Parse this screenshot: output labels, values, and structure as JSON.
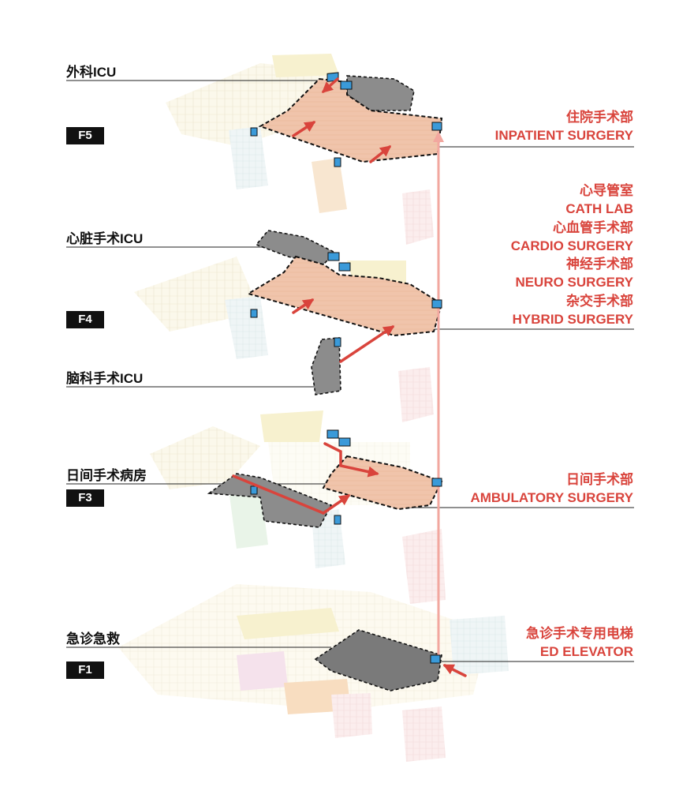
{
  "floors": [
    {
      "id": "F5",
      "tag": "F5",
      "left_label": "外科ICU",
      "right_labels": [
        "住院手术部",
        "INPATIENT SURGERY"
      ]
    },
    {
      "id": "F4",
      "tag": "F4",
      "left_label": "心脏手术ICU",
      "left_label_2": "脑科手术ICU",
      "right_labels": [
        "心导管室",
        "CATH LAB",
        "心血管手术部",
        "CARDIO SURGERY",
        "神经手术部",
        "NEURO SURGERY",
        "杂交手术部",
        "HYBRID SURGERY"
      ]
    },
    {
      "id": "F3",
      "tag": "F3",
      "left_label": "日间手术病房",
      "right_labels": [
        "日间手术部",
        "AMBULATORY SURGERY"
      ]
    },
    {
      "id": "F1",
      "tag": "F1",
      "left_label": "急诊急救",
      "right_labels": [
        "急诊手术专用电梯",
        "ED ELEVATOR"
      ]
    }
  ],
  "colors": {
    "surgery_zone": "#f0c4ab",
    "icu_zone": "#8c8c8c",
    "emergency_zone": "#7a7a7a",
    "accent_red": "#d9443c",
    "elevator_line": "#f2a79f",
    "elevator_box": "#3a9ad9",
    "label_black": "#111111"
  },
  "icons": {
    "flow_arrow": "red-arrow-icon",
    "elevator": "elevator-square-icon"
  }
}
